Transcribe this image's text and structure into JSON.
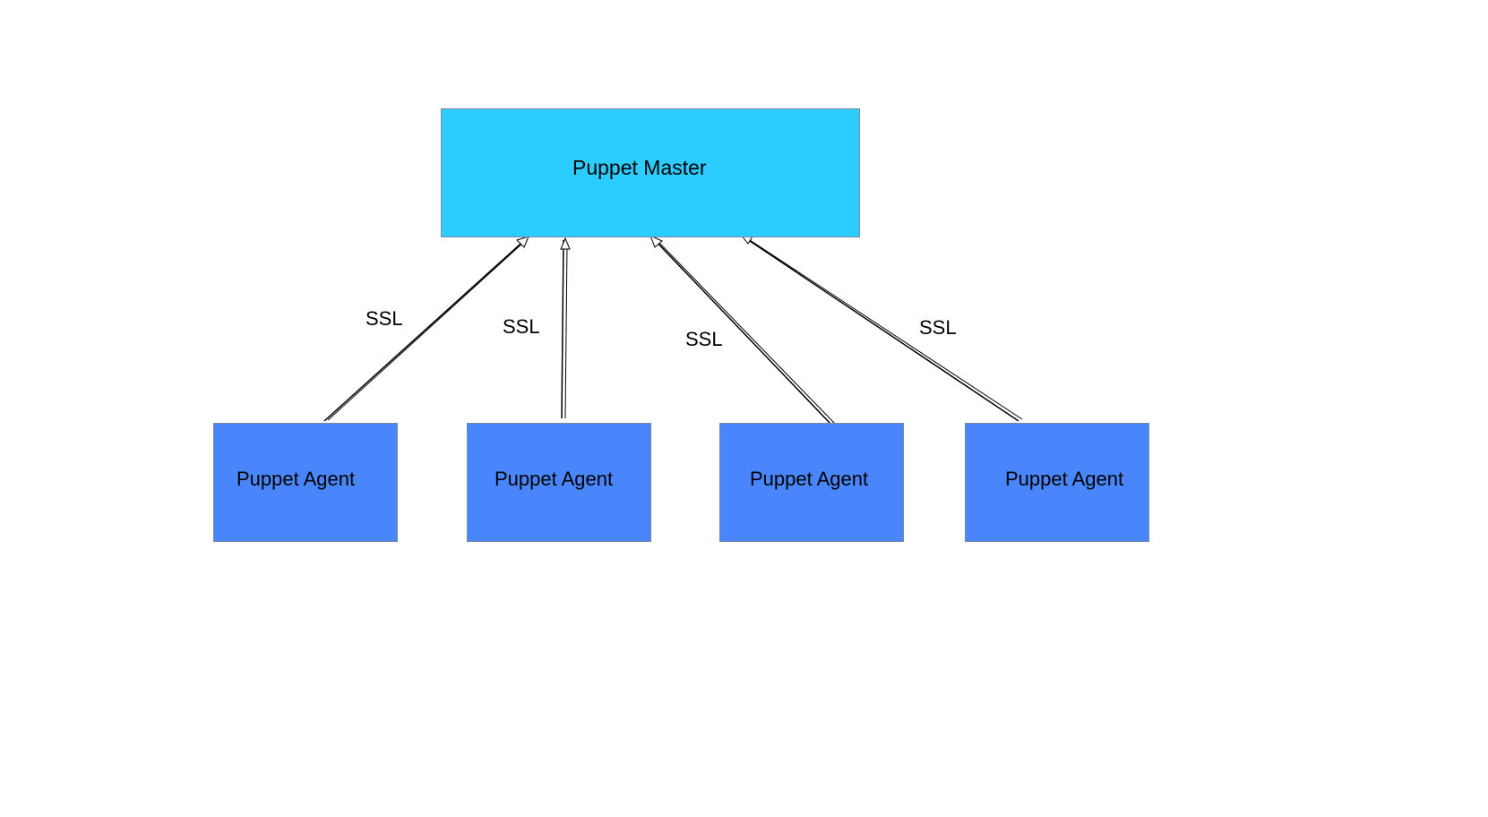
{
  "master": {
    "label": "Puppet Master",
    "fill": "#2bcdfe"
  },
  "agents": [
    {
      "label": "Puppet Agent"
    },
    {
      "label": "Puppet Agent"
    },
    {
      "label": "Puppet Agent"
    },
    {
      "label": "Puppet Agent"
    }
  ],
  "agent_fill": "#4a86fb",
  "connections": [
    {
      "label": "SSL",
      "from": "agent-1",
      "to": "master"
    },
    {
      "label": "SSL",
      "from": "agent-2",
      "to": "master"
    },
    {
      "label": "SSL",
      "from": "agent-3",
      "to": "master"
    },
    {
      "label": "SSL",
      "from": "agent-4",
      "to": "master"
    }
  ],
  "line_color": "#000000"
}
